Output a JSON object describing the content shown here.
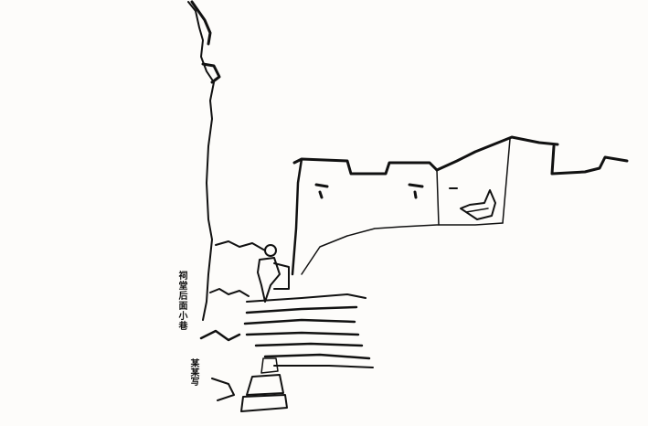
{
  "artwork": {
    "type": "ink sketch",
    "subject": "Village lane with whitewashed houses, horse-head gable walls and stone steps",
    "colors": {
      "ink": "#111111",
      "paper": "#fdfcfa"
    },
    "inscription": {
      "line1": "祠堂后面小巷",
      "line2": "某某写"
    }
  }
}
